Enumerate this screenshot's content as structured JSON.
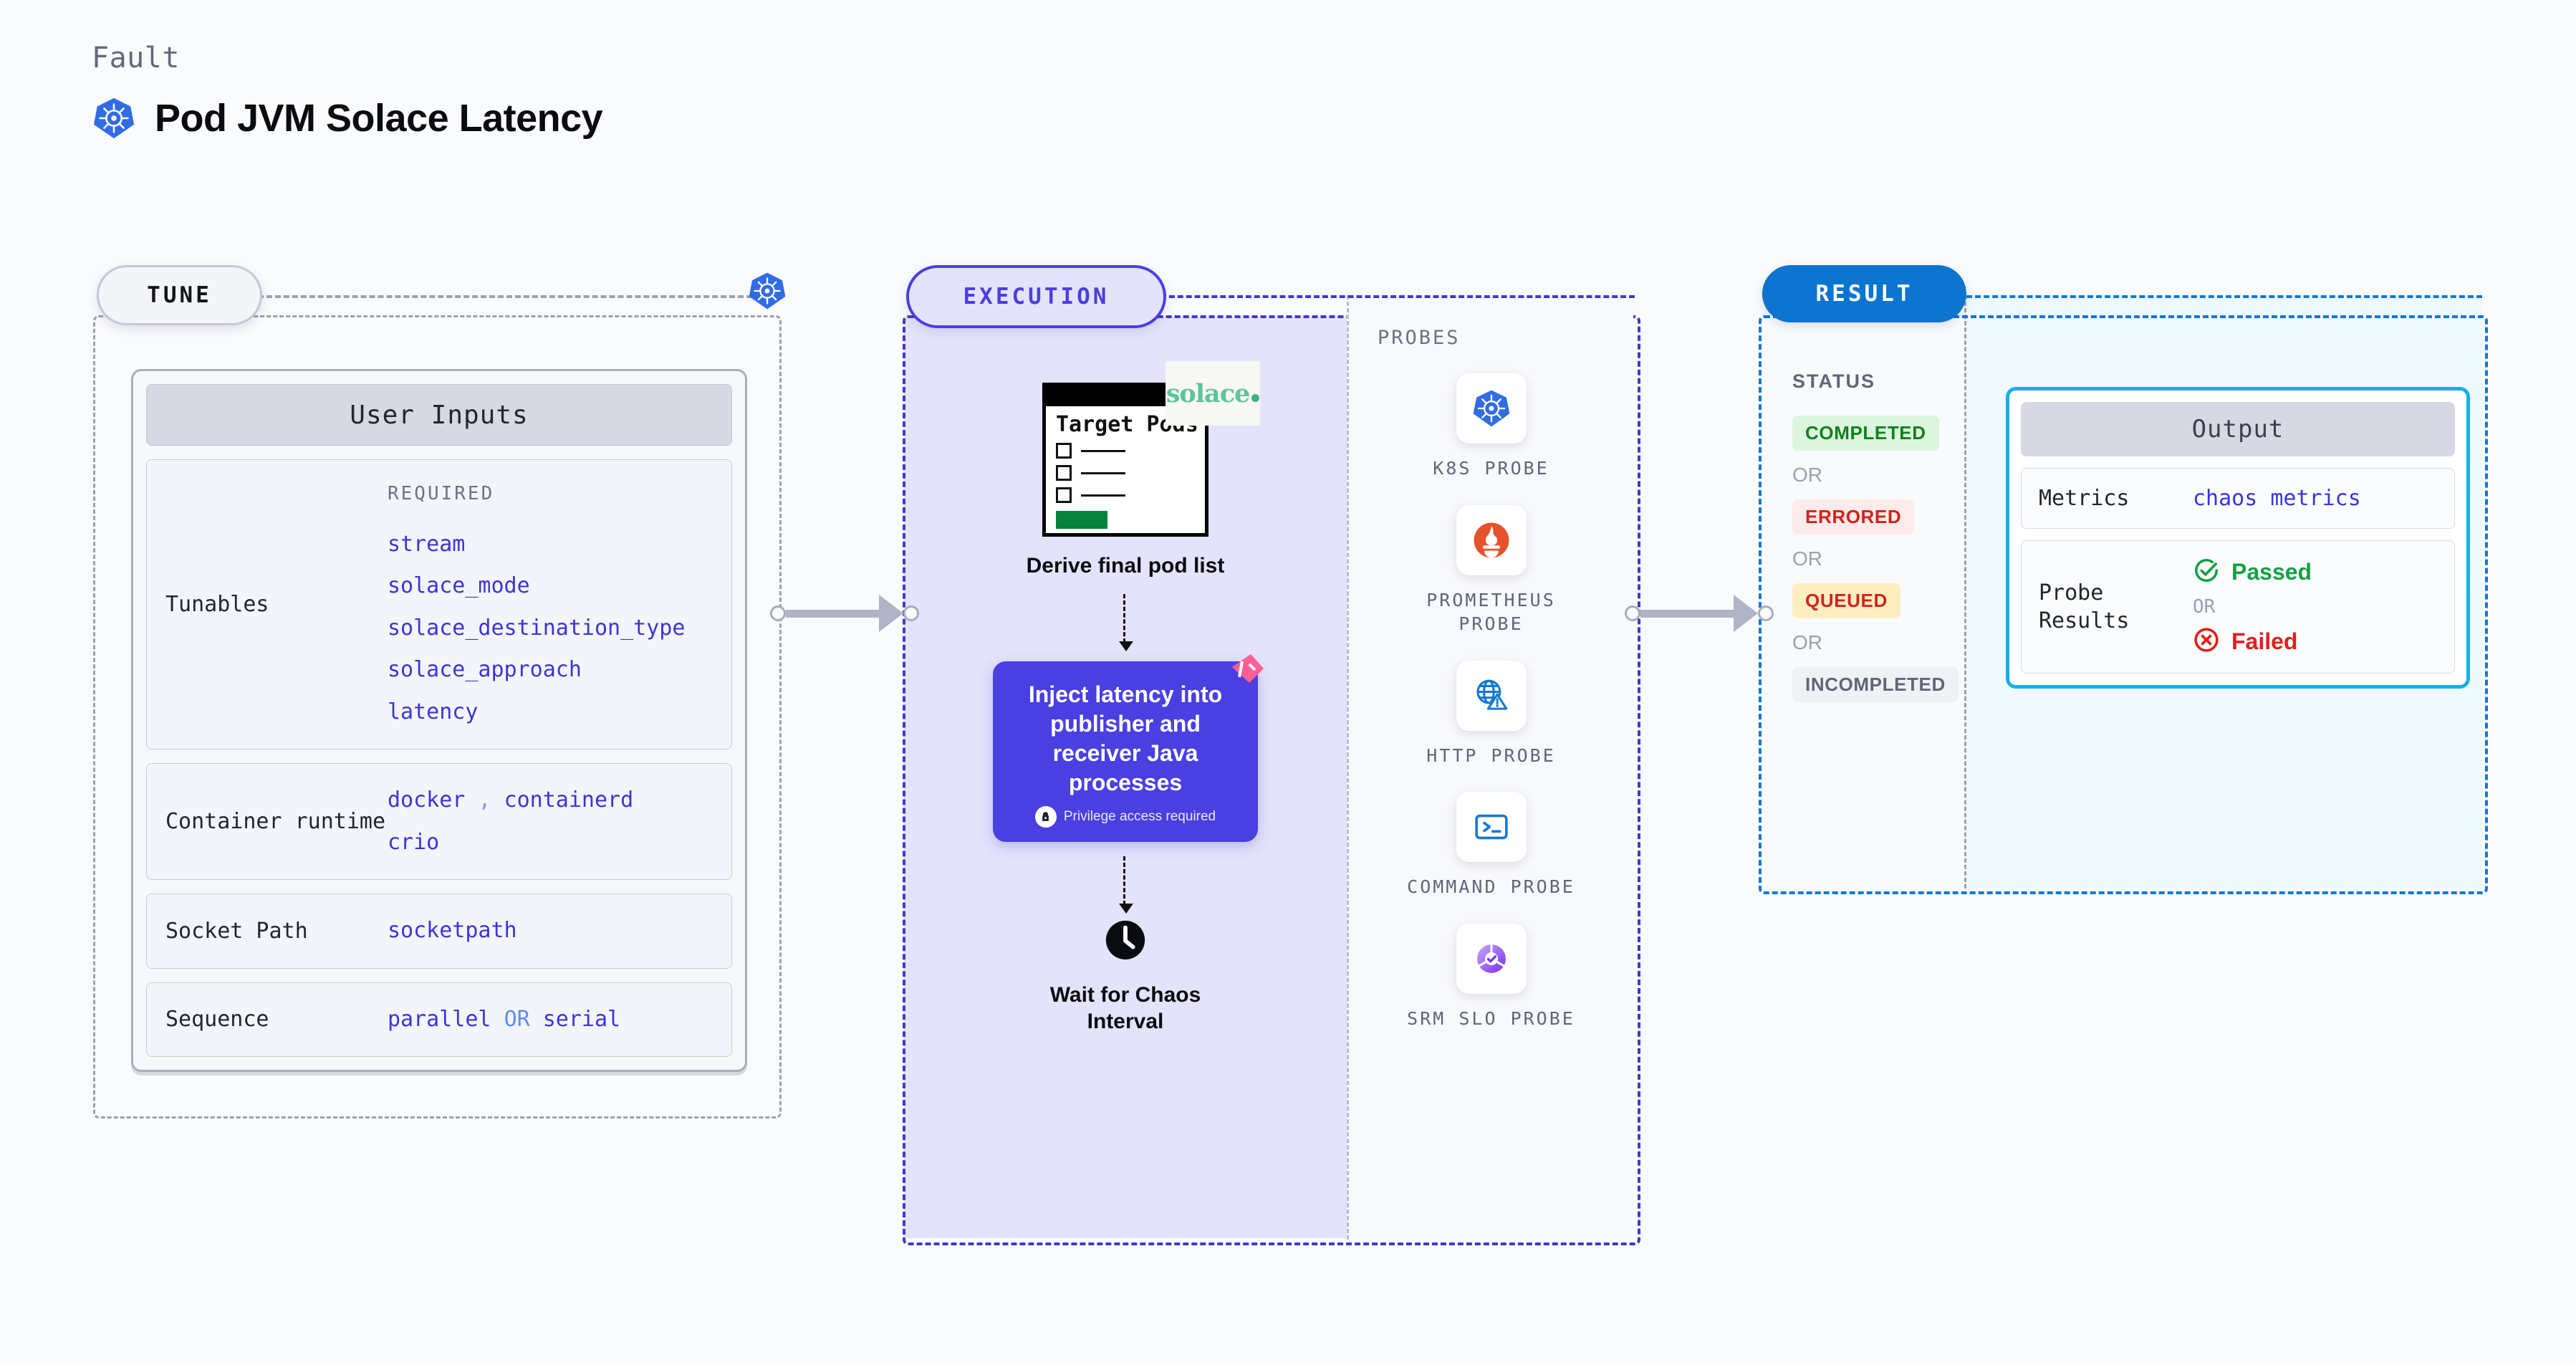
{
  "header": {
    "kind_label": "Fault",
    "title": "Pod JVM Solace Latency",
    "icon": "kubernetes-icon"
  },
  "tune": {
    "pill_label": "TUNE",
    "icon": "kubernetes-icon",
    "card_title": "User Inputs",
    "required_label": "REQUIRED",
    "rows": [
      {
        "label": "Tunables",
        "values": [
          "stream",
          "solace_mode",
          "solace_destination_type",
          "solace_approach",
          "latency"
        ]
      },
      {
        "label": "Container runtime",
        "values": [
          "docker",
          "containerd",
          "crio"
        ],
        "separator": ","
      },
      {
        "label": "Socket Path",
        "values": [
          "socketpath"
        ]
      },
      {
        "label": "Sequence",
        "values": [
          "parallel",
          "serial"
        ],
        "separator": "OR"
      }
    ]
  },
  "execution": {
    "pill_label": "EXECUTION",
    "steps": [
      {
        "name": "derive-pods",
        "card_title": "Target Pods",
        "brand": "solace",
        "caption": "Derive final pod list"
      },
      {
        "name": "inject-latency",
        "text": "Inject latency into publisher and receiver Java processes",
        "privilege_note": "Privilege access required",
        "badge": "ribbon"
      },
      {
        "name": "wait-interval",
        "caption": "Wait for Chaos Interval",
        "icon": "clock-icon"
      }
    ],
    "probes": {
      "title": "PROBES",
      "items": [
        {
          "label": "K8S PROBE",
          "icon": "kubernetes-icon"
        },
        {
          "label": "PROMETHEUS PROBE",
          "icon": "prometheus-icon"
        },
        {
          "label": "HTTP PROBE",
          "icon": "globe-warning-icon"
        },
        {
          "label": "COMMAND PROBE",
          "icon": "terminal-icon"
        },
        {
          "label": "SRM SLO PROBE",
          "icon": "srm-slo-icon"
        }
      ]
    }
  },
  "result": {
    "pill_label": "RESULT",
    "status_title": "STATUS",
    "or_label": "OR",
    "statuses": [
      {
        "label": "COMPLETED",
        "bg": "#dcf5dd",
        "fg": "#128023"
      },
      {
        "label": "ERRORED",
        "bg": "#fdeaea",
        "fg": "#d0241c"
      },
      {
        "label": "QUEUED",
        "bg": "#fdeec2",
        "fg": "#d0241c"
      },
      {
        "label": "INCOMPLETED",
        "bg": "#f0f1f5",
        "fg": "#5f6678"
      }
    ],
    "output": {
      "title": "Output",
      "metrics_label": "Metrics",
      "metrics_value": "chaos metrics",
      "probe_results_label": "Probe Results",
      "passed_label": "Passed",
      "failed_label": "Failed",
      "or_label": "OR"
    }
  },
  "colors": {
    "indigo": "#4a3fe0",
    "blue": "#0d74cf",
    "cyan": "#19aee8",
    "green": "#15a045",
    "red": "#e0201b",
    "pink": "#ff5f96"
  }
}
